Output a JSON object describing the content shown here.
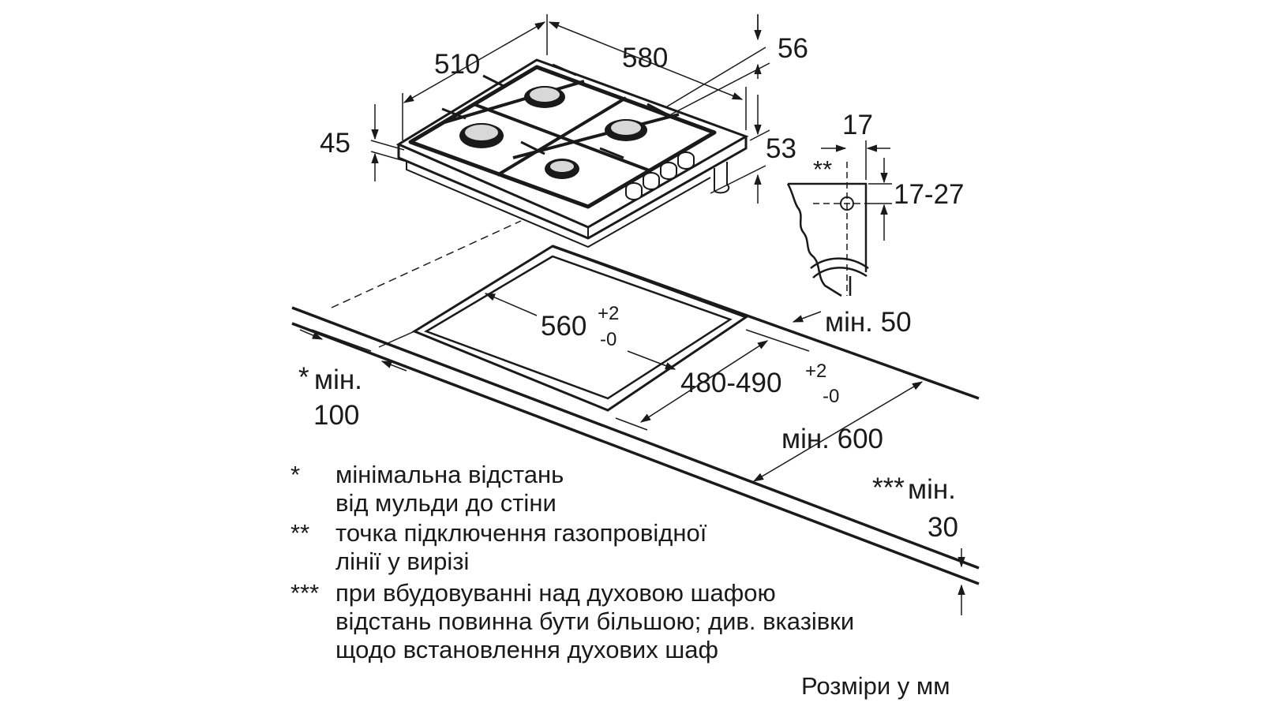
{
  "colors": {
    "ink": "#1a1a1a",
    "background": "#ffffff",
    "burner": "#d8d8d8"
  },
  "hob_dimensions": {
    "width_left": "510",
    "width_top": "580",
    "height_top_right": "56",
    "thickness_left": "45",
    "depth_right": "53"
  },
  "gas_connection": {
    "marker": "**",
    "offset_horizontal": "17",
    "offset_vertical": "17-27"
  },
  "cutout": {
    "width_main": "560",
    "width_tol_plus": "+2",
    "width_tol_minus": "-0",
    "depth_main": "480-490",
    "depth_tol_plus": "+2",
    "depth_tol_minus": "-0"
  },
  "clearances": {
    "rear_wall_star": "*",
    "rear_wall_label": "мін.",
    "rear_wall_value": "100",
    "side_min": "мін. 50",
    "worktop_depth": "мін. 600",
    "oven_marker": "***",
    "oven_label": "мін.",
    "oven_value": "30"
  },
  "notes": [
    {
      "marker": "*",
      "lines": [
        "мінімальна відстань",
        "від мульди до стіни"
      ]
    },
    {
      "marker": "**",
      "lines": [
        "точка підключення газопровідної",
        "лінії у вирізі"
      ]
    },
    {
      "marker": "***",
      "lines": [
        "при вбудовуванні над духовою шафою",
        "відстань повинна бути більшою; див. вказівки",
        "щодо встановлення духових шаф"
      ]
    }
  ],
  "units_label": "Розміри у мм"
}
